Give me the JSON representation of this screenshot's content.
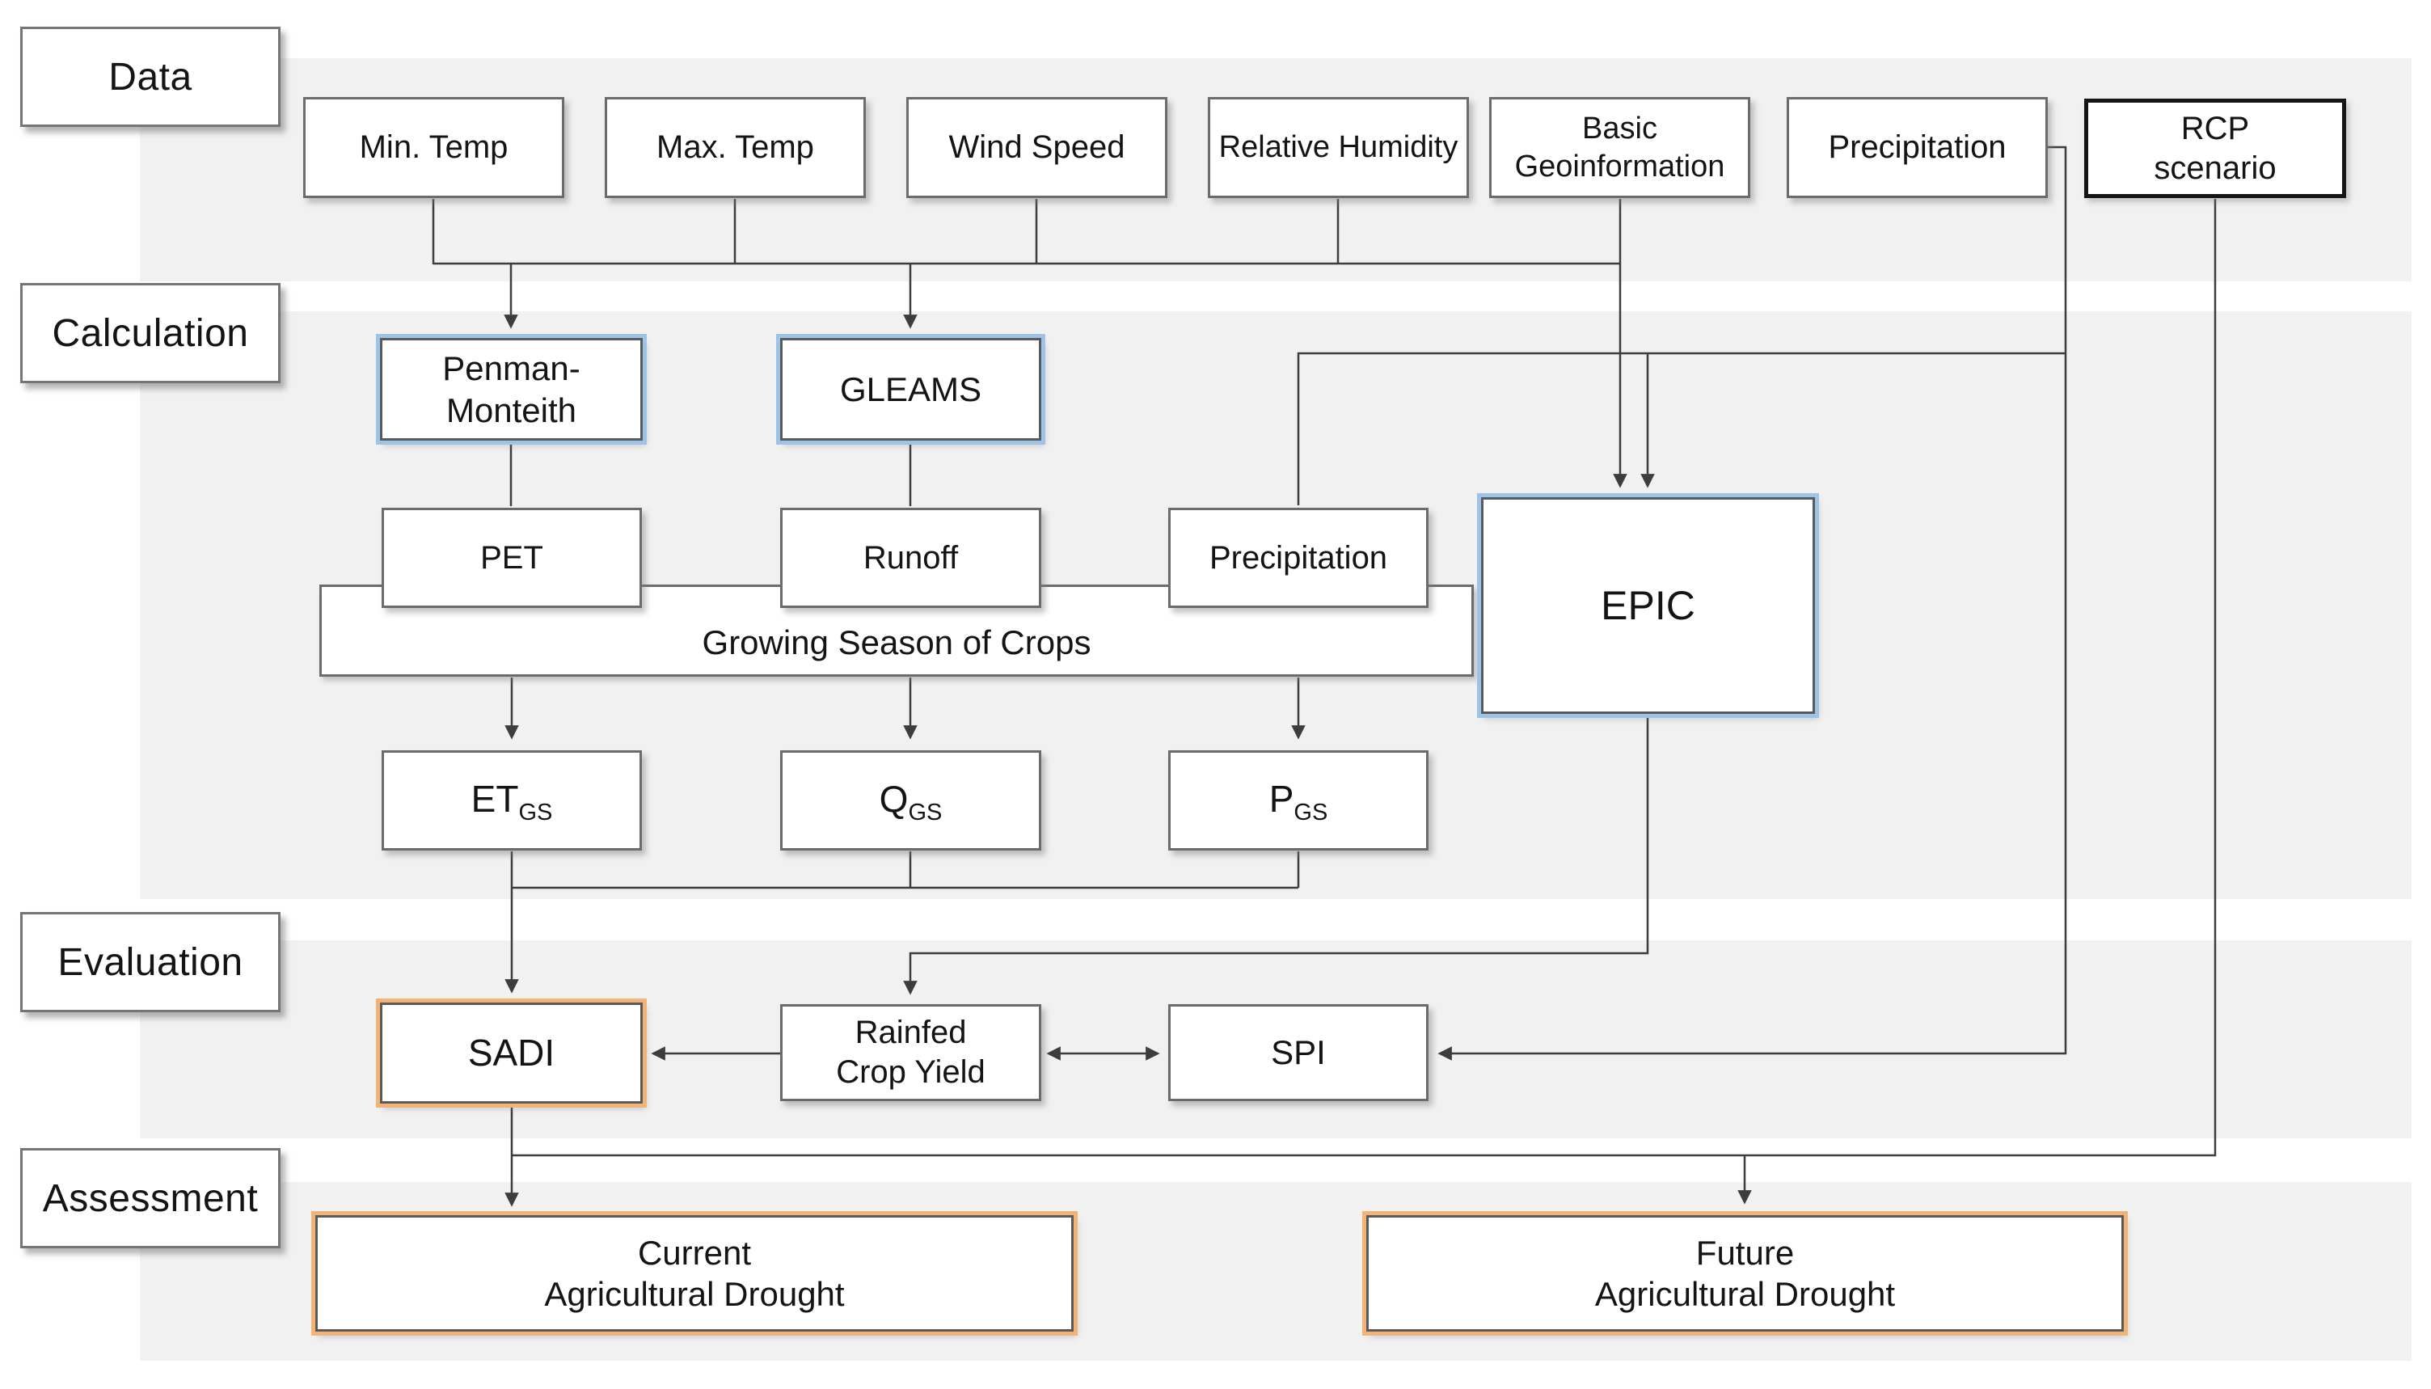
{
  "sections": {
    "data": "Data",
    "calculation": "Calculation",
    "evaluation": "Evaluation",
    "assessment": "Assessment"
  },
  "data_inputs": {
    "min_temp": "Min. Temp",
    "max_temp": "Max. Temp",
    "wind_speed": "Wind Speed",
    "relative_humidity": "Relative Humidity",
    "basic_geoinformation": "Basic\nGeoinformation",
    "precipitation": "Precipitation",
    "rcp_scenario": "RCP\nscenario"
  },
  "calculation": {
    "penman_monteith": "Penman-\nMonteith",
    "gleams": "GLEAMS",
    "epic": "EPIC",
    "pet": "PET",
    "runoff": "Runoff",
    "precipitation": "Precipitation",
    "growing_season": "Growing Season of Crops",
    "et_gs": {
      "main": "ET",
      "sub": "GS"
    },
    "q_gs": {
      "main": "Q",
      "sub": "GS"
    },
    "p_gs": {
      "main": "P",
      "sub": "GS"
    }
  },
  "evaluation": {
    "sadi": "SADI",
    "rainfed_crop_yield": "Rainfed\nCrop Yield",
    "spi": "SPI"
  },
  "assessment": {
    "current": "Current\nAgricultural Drought",
    "future": "Future\nAgricultural Drought"
  },
  "colors": {
    "band": "#f1f1f1",
    "blue": "#9dc3e6",
    "orange": "#f2b377",
    "line": "#3d3d3d",
    "border": "#6b6b6b"
  }
}
